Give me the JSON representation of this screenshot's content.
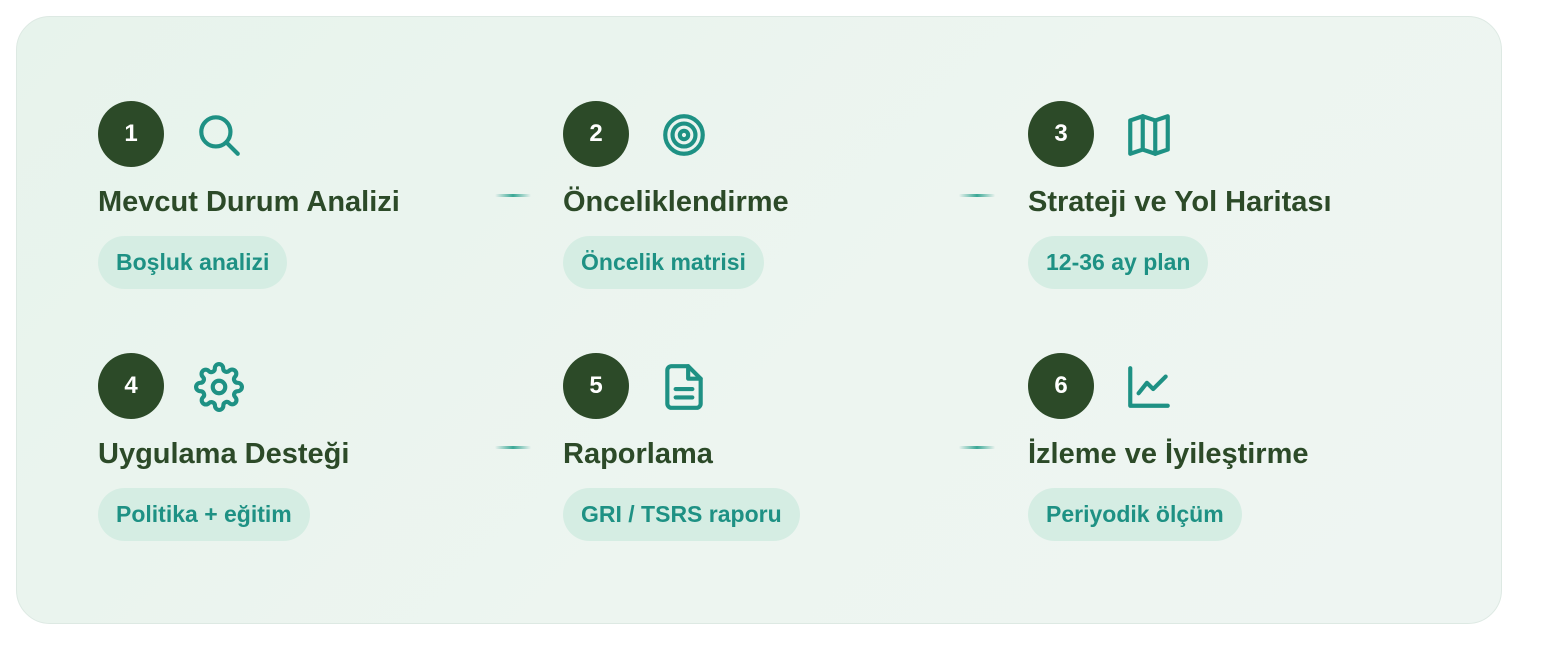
{
  "colors": {
    "number_circle": "#2c4a28",
    "title_text": "#2c4a28",
    "accent": "#1e9184",
    "tag_background": "#d5ede3",
    "card_background": "#e9f4ee"
  },
  "steps": [
    {
      "number": "1",
      "icon": "search-icon",
      "title": "Mevcut Durum Analizi",
      "tag": "Boşluk analizi"
    },
    {
      "number": "2",
      "icon": "target-icon",
      "title": "Önceliklendirme",
      "tag": "Öncelik matrisi"
    },
    {
      "number": "3",
      "icon": "map-icon",
      "title": "Strateji ve Yol Haritası",
      "tag": "12-36 ay plan"
    },
    {
      "number": "4",
      "icon": "gear-icon",
      "title": "Uygulama Desteği",
      "tag": "Politika + eğitim"
    },
    {
      "number": "5",
      "icon": "document-icon",
      "title": "Raporlama",
      "tag": "GRI / TSRS raporu"
    },
    {
      "number": "6",
      "icon": "line-chart-icon",
      "title": "İzleme ve İyileştirme",
      "tag": "Periyodik ölçüm"
    }
  ]
}
